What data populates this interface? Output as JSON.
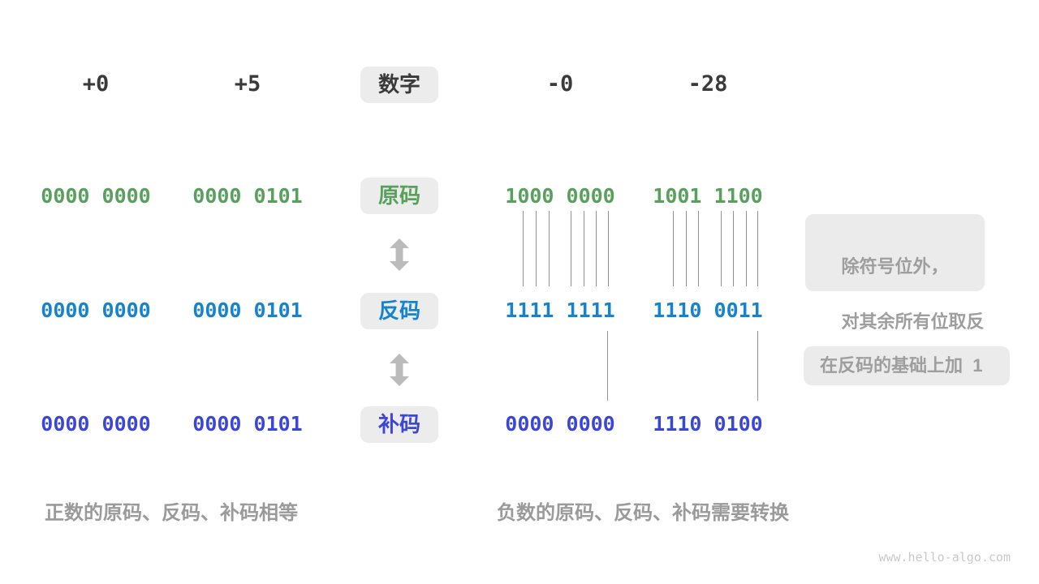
{
  "header": {
    "positives": [
      "+0",
      "+5"
    ],
    "label_badge": "数字",
    "negatives": [
      "-0",
      "-28"
    ]
  },
  "encoding_rows": {
    "sign_magnitude": {
      "badge": "原码",
      "color": "#58a05c",
      "values": [
        "0000 0000",
        "0000 0101",
        "1000 0000",
        "1001 1100"
      ]
    },
    "ones_complement": {
      "badge": "反码",
      "color": "#1583cd",
      "values": [
        "0000 0000",
        "0000 0101",
        "1111 1111",
        "1110 0011"
      ]
    },
    "twos_complement": {
      "badge": "补码",
      "color": "#3c46d6",
      "values": [
        "0000 0000",
        "0000 0101",
        "0000 0000",
        "1110 0100"
      ]
    }
  },
  "annotations": {
    "invert_line1": "除符号位外，",
    "invert_line2": "对其余所有位取反",
    "add_one": "在反码的基础上加  1"
  },
  "captions": {
    "positive": "正数的原码、反码、补码相等",
    "negative": "负数的原码、反码、补码需要转换"
  },
  "watermark": "www.hello-algo.com",
  "colors": {
    "header_text": "#3a3a3a",
    "badge_background": "#ececec",
    "arrow": "#bbbbbb",
    "tick_line": "#909090",
    "note_background": "#ebebeb",
    "note_text": "#9e9e9e",
    "caption_text": "#9a9a9a",
    "watermark_text": "#c9c9c9"
  }
}
